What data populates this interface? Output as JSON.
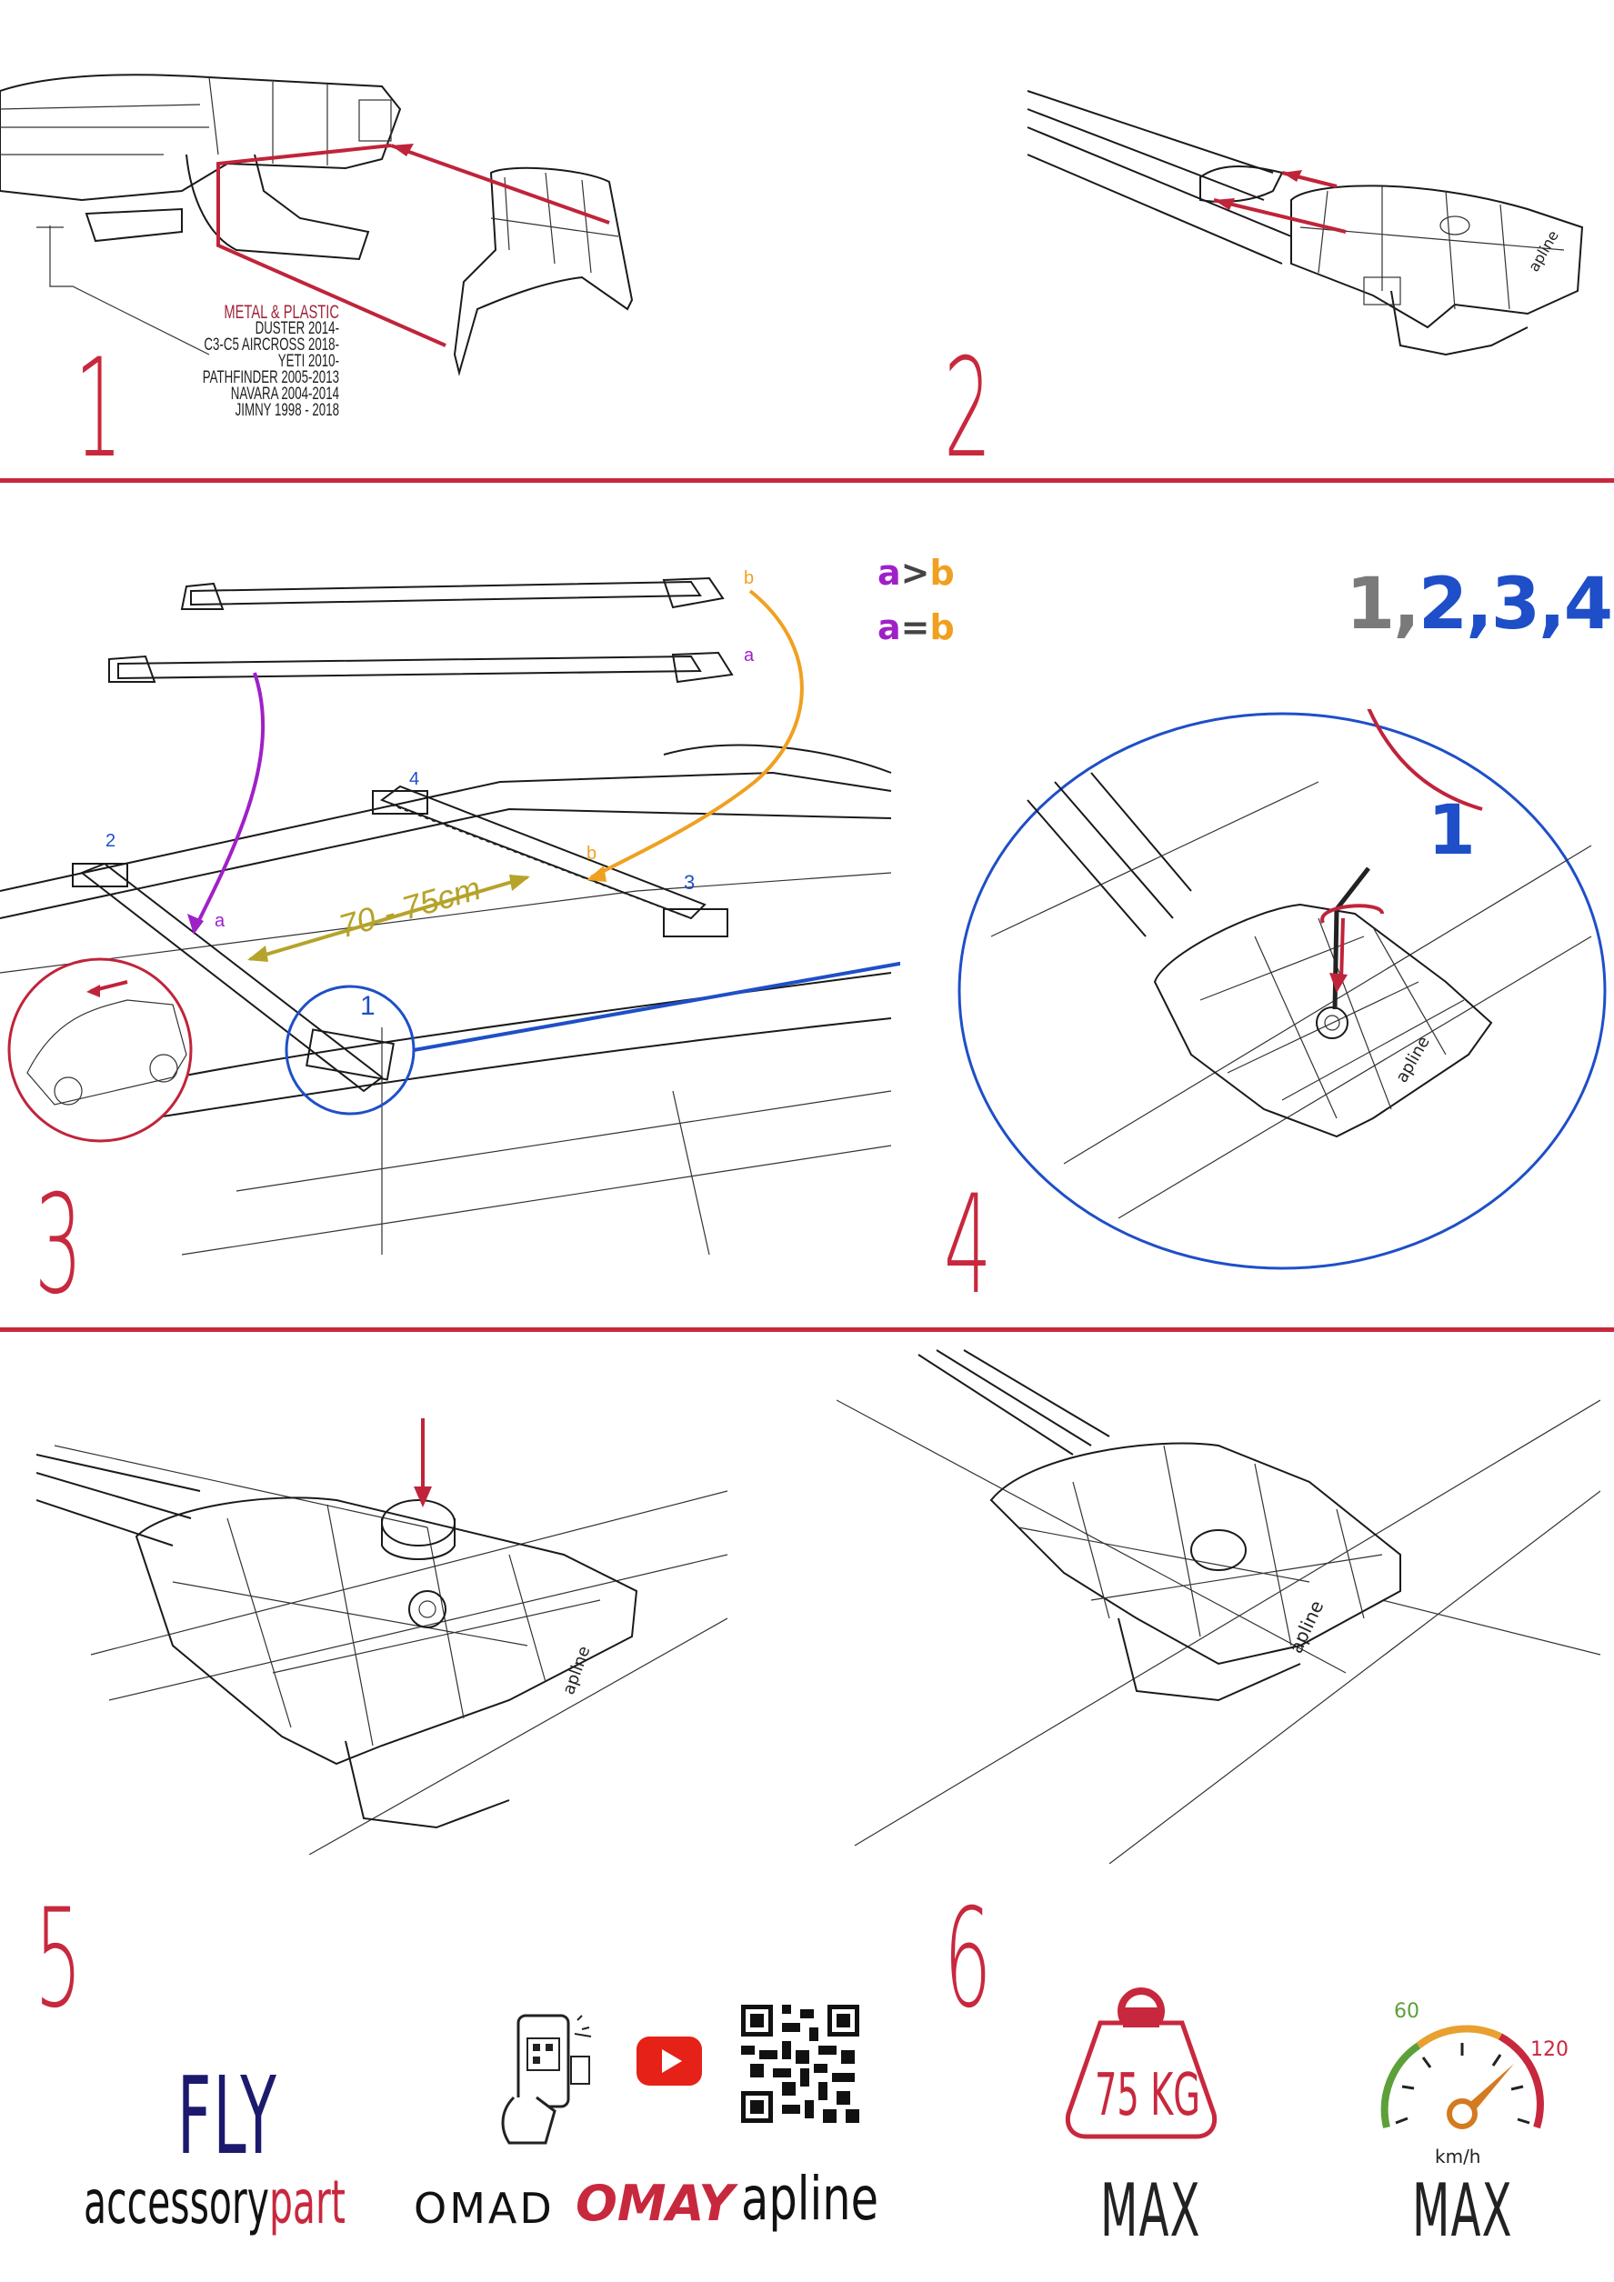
{
  "steps": {
    "s1": "1",
    "s2": "2",
    "s3": "3",
    "s4": "4",
    "s5": "5",
    "s6": "6"
  },
  "panel1": {
    "material": "METAL & PLASTIC",
    "models": [
      "DUSTER 2014-",
      "C3-C5 AIRCROSS 2018-",
      "YETI 2010-",
      "PATHFINDER 2005-2013",
      "NAVARA 2004-2014",
      "JIMNY 1998 - 2018"
    ]
  },
  "panel3": {
    "rule1_a": "a",
    "rule1_op": ">",
    "rule1_b": "b",
    "rule2_a": "a",
    "rule2_op": "=",
    "rule2_b": "b",
    "label_a_top": "a",
    "label_b_top": "b",
    "label_a_car": "a",
    "label_b_car": "b",
    "pos1": "1",
    "pos2": "2",
    "pos3": "3",
    "pos4": "4",
    "distance": "70 - 75cm"
  },
  "panel4": {
    "sequence_gray": "1,",
    "sequence_blue": "2,3,4",
    "turn_count": "1",
    "brand_mark": "apline"
  },
  "panel5": {
    "brand_mark": "apline"
  },
  "panel6": {
    "brand_mark": "apline"
  },
  "footer": {
    "fly": "FLY",
    "accessory": "accessory",
    "part": "part",
    "omad": "OMAD",
    "omay": "OMAY",
    "apline": "apline",
    "weight": "75 KG",
    "max_weight": "MAX",
    "speed_min": "60",
    "speed_max": "120",
    "speed_unit": "km/h",
    "max_speed": "MAX"
  },
  "colors": {
    "accent_red": "#c8283d",
    "purple": "#a020c8",
    "orange": "#f0a020",
    "blue": "#1e4fc8",
    "olive": "#b5a32a",
    "fly_navy": "#1c1a6e"
  }
}
